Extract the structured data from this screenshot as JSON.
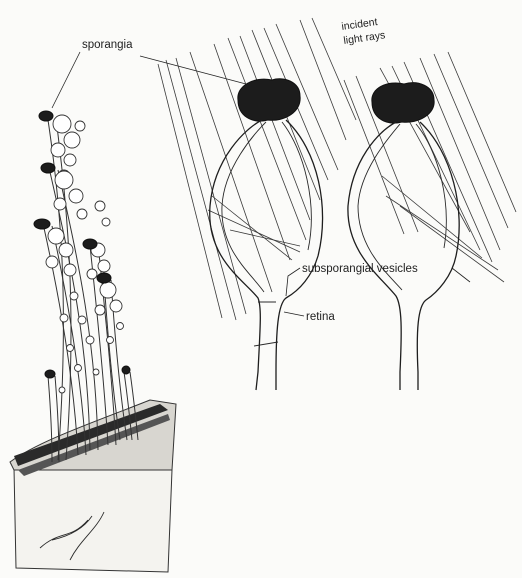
{
  "labels": {
    "sporangia": "sporangia",
    "incident_line1": "incident",
    "incident_line2": "light rays",
    "subsporangial_vesicles": "subsporangial vesicles",
    "retina": "retina"
  }
}
